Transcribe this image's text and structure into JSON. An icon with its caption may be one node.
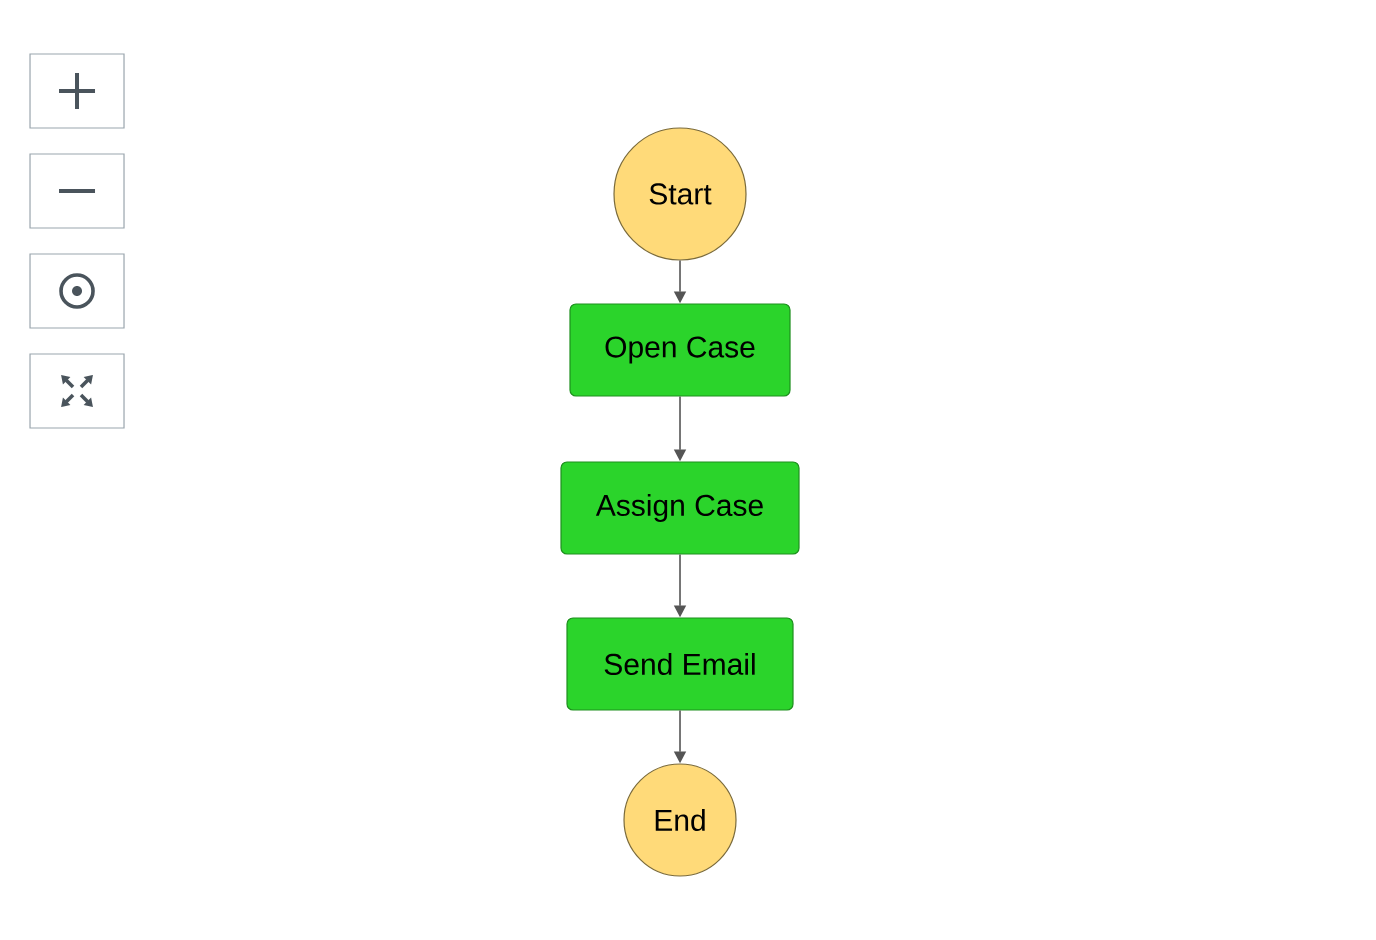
{
  "diagram": {
    "nodes": [
      {
        "text": [
          "Start"
        ]
      },
      {
        "text": [
          "Open Case"
        ]
      },
      {
        "text": [
          "Assign Case"
        ]
      },
      {
        "text": [
          "Send Email"
        ]
      },
      {
        "text": [
          "End"
        ]
      }
    ],
    "edges": [
      {
        "from": 0,
        "to": 1,
        "arrow": "to"
      },
      {
        "from": 1,
        "to": 2,
        "arrow": "to"
      },
      {
        "from": 2,
        "to": 3,
        "arrow": "to"
      },
      {
        "from": 3,
        "to": 4,
        "arrow": "to"
      }
    ]
  }
}
